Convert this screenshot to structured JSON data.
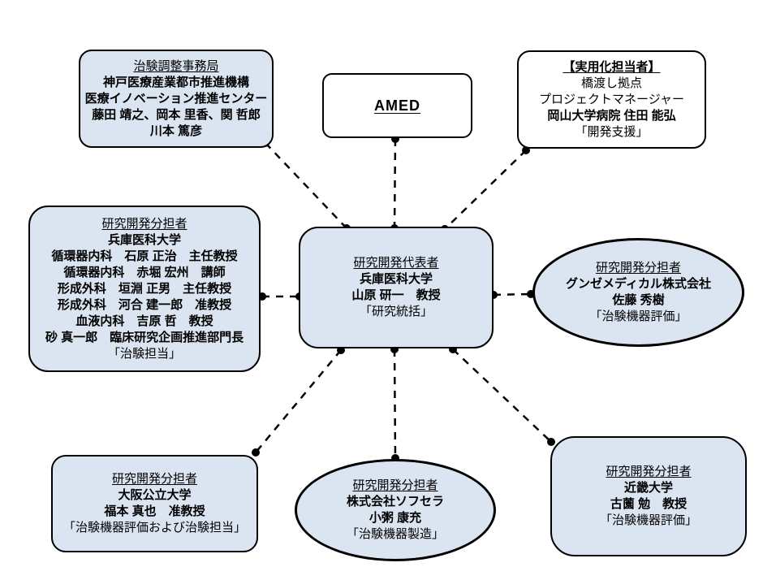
{
  "colors": {
    "node_fill": "#dbe5f1",
    "node_border": "#000000",
    "connector": "#000000",
    "background": "#ffffff"
  },
  "nodes": {
    "coordination_office": {
      "lines": [
        "治験調整事務局",
        "神戸医療産業都市推進機構",
        "医療イノベーション推進センター",
        "藤田 靖之、岡本 里香、関 哲郎",
        "川本 篤彦"
      ]
    },
    "amed": {
      "lines": [
        "AMED"
      ]
    },
    "practical_use": {
      "lines": [
        "【実用化担当者】",
        "橋渡し拠点",
        "プロジェクトマネージャー",
        "岡山大学病院 住田 能弘",
        "「開発支援」"
      ]
    },
    "hyogo": {
      "lines": [
        "研究開発分担者",
        "兵庫医科大学",
        "循環器内科　石原 正治　主任教授",
        "循環器内科　赤堀 宏州　講師",
        "形成外科　垣淵 正男　主任教授",
        "形成外科　河合 建一郎　准教授",
        "血液内科　吉原 哲　教授",
        "砂 真一郎　臨床研究企画推進部門長",
        "「治験担当」"
      ]
    },
    "representative": {
      "lines": [
        "研究開発代表者",
        "兵庫医科大学",
        "山原 研一　教授",
        "「研究統括」"
      ]
    },
    "gunze": {
      "lines": [
        "研究開発分担者",
        "グンゼメディカル株式会社",
        "佐藤 秀樹",
        "「治験機器評価」"
      ]
    },
    "osaka": {
      "lines": [
        "研究開発分担者",
        "大阪公立大学",
        "福本 真也　准教授",
        "「治験機器評価および治験担当」"
      ]
    },
    "sofsera": {
      "lines": [
        "研究開発分担者",
        "株式会社ソフセラ",
        "小粥 康充",
        "「治験機器製造」"
      ]
    },
    "kindai": {
      "lines": [
        "研究開発分担者",
        "近畿大学",
        "古薗 勉　教授",
        "「治験機器評価」"
      ]
    }
  }
}
